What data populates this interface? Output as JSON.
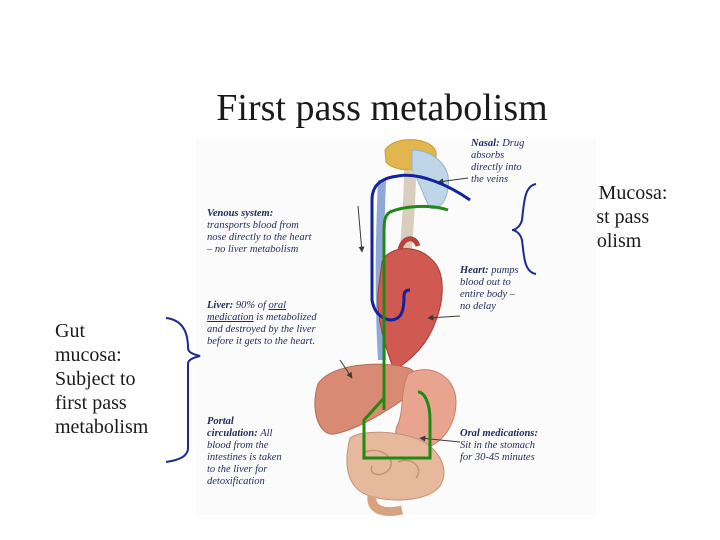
{
  "slide": {
    "title": "First pass metabolism",
    "nasal_note": [
      "Nasal Mucosa:",
      "No first pass",
      "metabolism"
    ],
    "gut_note": [
      "Gut",
      "mucosa:",
      "Subject to",
      "first pass",
      "metabolism"
    ]
  },
  "figure": {
    "nasal": {
      "heading": "Nasal:",
      "lines": [
        " Drug",
        "absorbs",
        "directly into",
        "the veins"
      ]
    },
    "venous": {
      "heading": "Venous system:",
      "lines": [
        "transports blood from",
        "nose directly to the heart",
        "– no liver metabolism"
      ]
    },
    "heart": {
      "heading": "Heart:",
      "lines": [
        " pumps",
        "blood out to",
        "entire body –",
        "no delay"
      ]
    },
    "liver": {
      "heading": "Liver:",
      "lines": [
        " 90% of ",
        "oral",
        "medication",
        " is metabolized",
        "and destroyed by the liver",
        "before it gets to the heart."
      ]
    },
    "portal": {
      "heading": "Portal",
      "lines": [
        "circulation:",
        " All",
        "blood from the",
        "intestines is taken",
        "to the liver for",
        "detoxification"
      ]
    },
    "oral": {
      "heading": "Oral medications:",
      "lines": [
        "Sit in the stomach",
        "for 30-45 minutes"
      ]
    }
  },
  "colors": {
    "blue_path": "#12239c",
    "green_path": "#1f8a12",
    "bracket": "#1b2a8c",
    "label_text": "#1e2a5c",
    "arrow": "#3a3a3a"
  }
}
